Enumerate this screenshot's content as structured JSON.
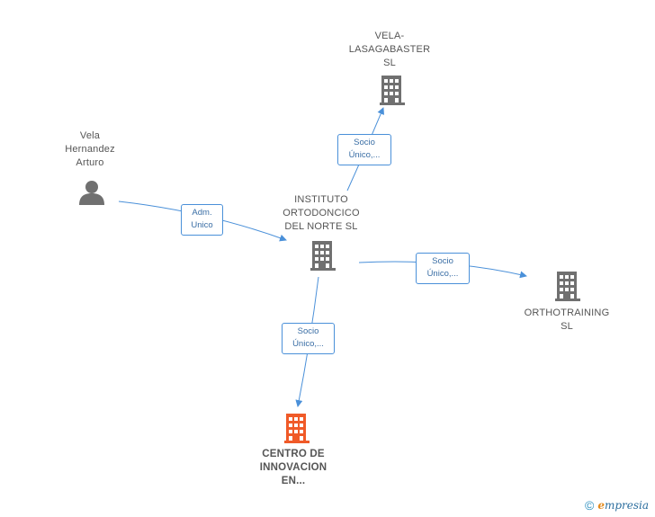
{
  "nodes": {
    "vela_lasagabaster": {
      "lines": [
        "VELA-",
        "LASAGABASTER",
        "SL"
      ],
      "type": "company",
      "icon": "building-icon"
    },
    "vela_hernandez": {
      "lines": [
        "Vela",
        "Hernandez",
        "Arturo"
      ],
      "type": "person",
      "icon": "person-icon"
    },
    "instituto": {
      "lines": [
        "INSTITUTO",
        "ORTODONCICO",
        "DEL NORTE  SL"
      ],
      "type": "company",
      "icon": "building-icon"
    },
    "orthotraining": {
      "lines": [
        "ORTHOTRAINING",
        "SL"
      ],
      "type": "company",
      "icon": "building-icon"
    },
    "centro": {
      "lines": [
        "CENTRO DE",
        "INNOVACION",
        "EN..."
      ],
      "type": "company",
      "icon": "building-icon",
      "highlight": true
    }
  },
  "edges": {
    "to_vela_lasagabaster": {
      "lines": [
        "Socio",
        "Único,..."
      ]
    },
    "adm_unico": {
      "lines": [
        "Adm.",
        "Unico"
      ]
    },
    "to_orthotraining": {
      "lines": [
        "Socio",
        "Único,..."
      ]
    },
    "to_centro": {
      "lines": [
        "Socio",
        "Único,..."
      ]
    }
  },
  "colors": {
    "edge": "#4a90d9",
    "icon": "#707070",
    "highlight": "#f05a28"
  },
  "brand": {
    "copyright": "©",
    "e": "e",
    "rest": "mpresia"
  }
}
